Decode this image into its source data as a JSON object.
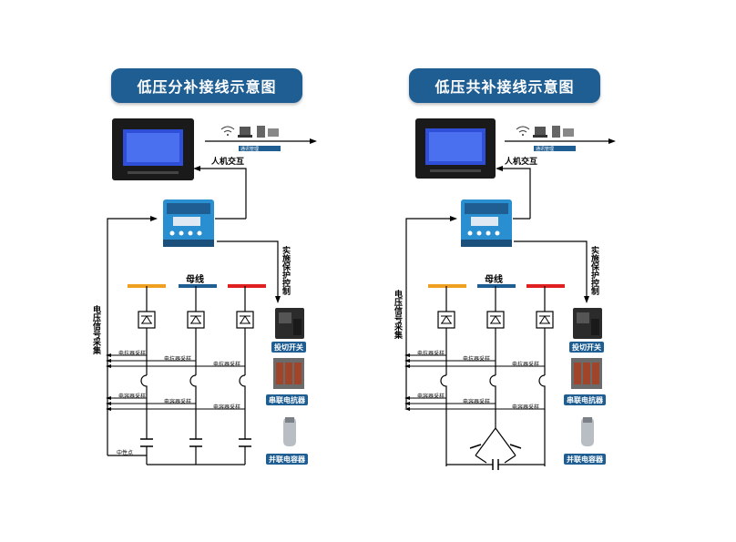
{
  "left": {
    "title": "低压分补接线示意图",
    "hmi_label": "人机交互",
    "busbar_label": "母线",
    "voltage_sampling": "电压信号采集",
    "protection_control": "实施保护控制",
    "comm_tag": "通讯管理",
    "sample_labels": [
      "电抗器采样",
      "电抗器采样",
      "电抗器采样",
      "电容器采样",
      "电容器采样",
      "电容器采样"
    ],
    "neutral_label": "中性点",
    "device_labels": [
      "投切开关",
      "串联电抗器",
      "并联电容器"
    ]
  },
  "right": {
    "title": "低压共补接线示意图",
    "hmi_label": "人机交互",
    "busbar_label": "母线",
    "voltage_sampling": "电压信号采集",
    "protection_control": "实施保护控制",
    "comm_tag": "通讯管理",
    "sample_labels": [
      "电抗器采样",
      "电抗器采样",
      "电抗器采样",
      "电容器采样",
      "电容器采样",
      "电容器采样"
    ],
    "device_labels": [
      "投切开关",
      "串联电抗器",
      "并联电容器"
    ]
  },
  "colors": {
    "banner": "#1f5e93",
    "phase_a": "#f0a020",
    "phase_b": "#1f5e93",
    "phase_c": "#e02020"
  },
  "icons": [
    "touchscreen-monitor-icon",
    "wifi-icon",
    "computer-icon",
    "server-icon",
    "controller-module-icon",
    "thyristor-switch-icon",
    "reactor-icon",
    "capacitor-icon"
  ]
}
